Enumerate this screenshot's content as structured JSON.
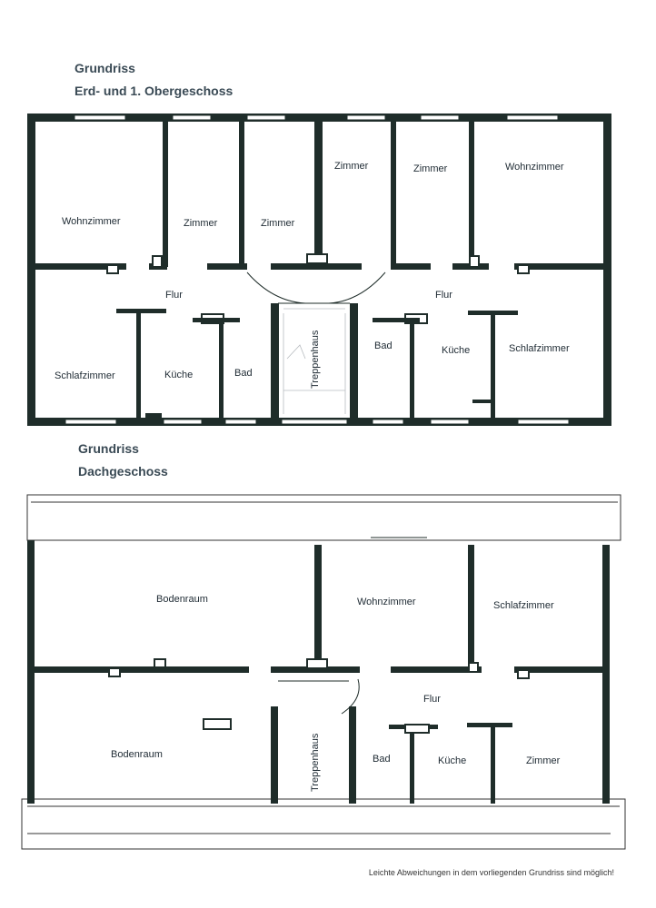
{
  "headers": {
    "upper_title": "Grundriss",
    "upper_subtitle": "Erd- und 1. Obergeschoss",
    "lower_title": "Grundriss",
    "lower_subtitle": "Dachgeschoss"
  },
  "rooms_upper": {
    "wohnzimmer_left": "Wohnzimmer",
    "zimmer_1": "Zimmer",
    "zimmer_2": "Zimmer",
    "zimmer_3": "Zimmer",
    "zimmer_4": "Zimmer",
    "wohnzimmer_right": "Wohnzimmer",
    "flur_left": "Flur",
    "flur_right": "Flur",
    "schlafzimmer_left": "Schlafzimmer",
    "kueche_left": "Küche",
    "bad_left": "Bad",
    "treppenhaus": "Treppenhaus",
    "bad_right": "Bad",
    "kueche_right": "Küche",
    "schlafzimmer_right": "Schlafzimmer"
  },
  "rooms_lower": {
    "bodenraum_top": "Bodenraum",
    "wohnzimmer": "Wohnzimmer",
    "schlafzimmer": "Schlafzimmer",
    "flur": "Flur",
    "bodenraum_bottom": "Bodenraum",
    "treppenhaus": "Treppenhaus",
    "bad": "Bad",
    "kueche": "Küche",
    "zimmer": "Zimmer"
  },
  "footnote": "Leichte Abweichungen in dem vorliegenden Grundriss sind möglich!",
  "colors": {
    "wall": "#1f2d2a",
    "text": "#1e2a33",
    "header": "#3a4a55"
  }
}
